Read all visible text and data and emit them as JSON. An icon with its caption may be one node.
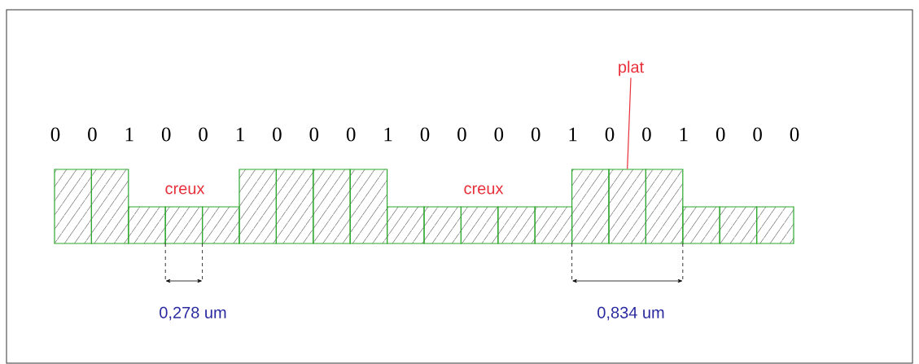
{
  "diagram": {
    "nodes": [
      {
        "text": [
          "plat"
        ]
      },
      {
        "text": [],
        "shape": "box"
      }
    ],
    "edges": [
      {
        "from": 0,
        "to": 1,
        "arrow": "none"
      }
    ],
    "labels": [
      "0",
      "0",
      "1",
      "0",
      "0",
      "1",
      "0",
      "0",
      "0",
      "1",
      "0",
      "0",
      "0",
      "0",
      "1",
      "0",
      "0",
      "1",
      "0",
      "0",
      "0",
      "creux",
      "creux",
      "0,278 um",
      "0,834 um"
    ]
  }
}
